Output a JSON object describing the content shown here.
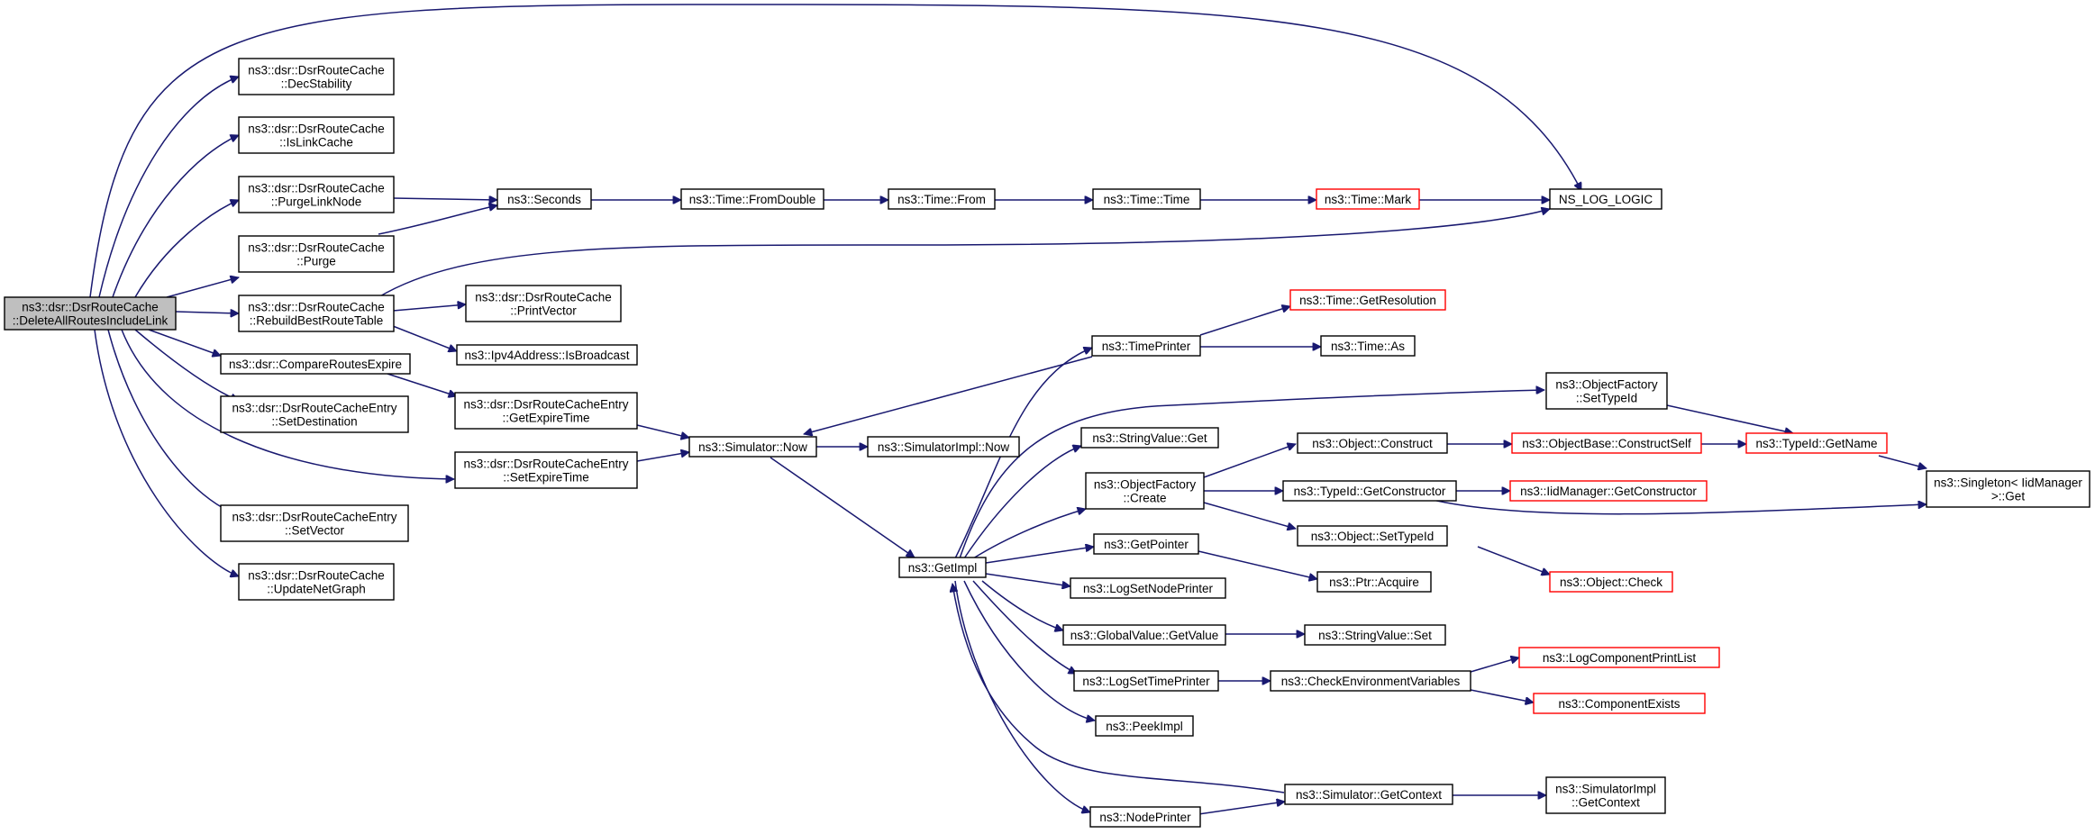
{
  "diagram": {
    "colors": {
      "edge": "#191970",
      "node_border": "#000000",
      "node_border_truncated": "#ff0000",
      "root_fill": "#bfbfbf",
      "node_fill": "#ffffff"
    },
    "nodes": [
      {
        "id": "root",
        "lines": [
          "ns3::dsr::DsrRouteCache",
          "::DeleteAllRoutesIncludeLink"
        ],
        "style": "root"
      },
      {
        "id": "decstability",
        "lines": [
          "ns3::dsr::DsrRouteCache",
          "::DecStability"
        ],
        "style": "normal"
      },
      {
        "id": "islinkcache",
        "lines": [
          "ns3::dsr::DsrRouteCache",
          "::IsLinkCache"
        ],
        "style": "normal"
      },
      {
        "id": "purgelinknode",
        "lines": [
          "ns3::dsr::DsrRouteCache",
          "::PurgeLinkNode"
        ],
        "style": "normal"
      },
      {
        "id": "purge",
        "lines": [
          "ns3::dsr::DsrRouteCache",
          "::Purge"
        ],
        "style": "normal"
      },
      {
        "id": "rebuild",
        "lines": [
          "ns3::dsr::DsrRouteCache",
          "::RebuildBestRouteTable"
        ],
        "style": "normal"
      },
      {
        "id": "compareroutes",
        "lines": [
          "ns3::dsr::CompareRoutesExpire"
        ],
        "style": "normal"
      },
      {
        "id": "setdestination",
        "lines": [
          "ns3::dsr::DsrRouteCacheEntry",
          "::SetDestination"
        ],
        "style": "normal"
      },
      {
        "id": "setvector",
        "lines": [
          "ns3::dsr::DsrRouteCacheEntry",
          "::SetVector"
        ],
        "style": "normal"
      },
      {
        "id": "updatenetgraph",
        "lines": [
          "ns3::dsr::DsrRouteCache",
          "::UpdateNetGraph"
        ],
        "style": "normal"
      },
      {
        "id": "seconds",
        "lines": [
          "ns3::Seconds"
        ],
        "style": "normal"
      },
      {
        "id": "printvector",
        "lines": [
          "ns3::dsr::DsrRouteCache",
          "::PrintVector"
        ],
        "style": "normal"
      },
      {
        "id": "isbroadcast",
        "lines": [
          "ns3::Ipv4Address::IsBroadcast"
        ],
        "style": "normal"
      },
      {
        "id": "getexpiretime",
        "lines": [
          "ns3::dsr::DsrRouteCacheEntry",
          "::GetExpireTime"
        ],
        "style": "normal"
      },
      {
        "id": "setexpiretime",
        "lines": [
          "ns3::dsr::DsrRouteCacheEntry",
          "::SetExpireTime"
        ],
        "style": "normal"
      },
      {
        "id": "fromdouble",
        "lines": [
          "ns3::Time::FromDouble"
        ],
        "style": "normal"
      },
      {
        "id": "from",
        "lines": [
          "ns3::Time::From"
        ],
        "style": "normal"
      },
      {
        "id": "time",
        "lines": [
          "ns3::Time::Time"
        ],
        "style": "normal"
      },
      {
        "id": "mark",
        "lines": [
          "ns3::Time::Mark"
        ],
        "style": "red"
      },
      {
        "id": "nslog",
        "lines": [
          "NS_LOG_LOGIC"
        ],
        "style": "normal"
      },
      {
        "id": "simnow",
        "lines": [
          "ns3::Simulator::Now"
        ],
        "style": "normal"
      },
      {
        "id": "simimplnow",
        "lines": [
          "ns3::SimulatorImpl::Now"
        ],
        "style": "normal"
      },
      {
        "id": "getimpl",
        "lines": [
          "ns3::GetImpl"
        ],
        "style": "normal"
      },
      {
        "id": "timeprinter",
        "lines": [
          "ns3::TimePrinter"
        ],
        "style": "normal"
      },
      {
        "id": "getresolution",
        "lines": [
          "ns3::Time::GetResolution"
        ],
        "style": "red"
      },
      {
        "id": "timeas",
        "lines": [
          "ns3::Time::As"
        ],
        "style": "normal"
      },
      {
        "id": "stringvalueget",
        "lines": [
          "ns3::StringValue::Get"
        ],
        "style": "normal"
      },
      {
        "id": "ofcreate",
        "lines": [
          "ns3::ObjectFactory",
          "::Create"
        ],
        "style": "normal"
      },
      {
        "id": "getpointer",
        "lines": [
          "ns3::GetPointer"
        ],
        "style": "normal"
      },
      {
        "id": "logsetnodeprinter",
        "lines": [
          "ns3::LogSetNodePrinter"
        ],
        "style": "normal"
      },
      {
        "id": "globalvalue",
        "lines": [
          "ns3::GlobalValue::GetValue"
        ],
        "style": "normal"
      },
      {
        "id": "logsettimeprinter",
        "lines": [
          "ns3::LogSetTimePrinter"
        ],
        "style": "normal"
      },
      {
        "id": "peekimpl",
        "lines": [
          "ns3::PeekImpl"
        ],
        "style": "normal"
      },
      {
        "id": "nodeprinter",
        "lines": [
          "ns3::NodePrinter"
        ],
        "style": "normal"
      },
      {
        "id": "ofsettypeid",
        "lines": [
          "ns3::ObjectFactory",
          "::SetTypeId"
        ],
        "style": "normal"
      },
      {
        "id": "objconstruct",
        "lines": [
          "ns3::Object::Construct"
        ],
        "style": "normal"
      },
      {
        "id": "getconstructor",
        "lines": [
          "ns3::TypeId::GetConstructor"
        ],
        "style": "normal"
      },
      {
        "id": "objsettypeid",
        "lines": [
          "ns3::Object::SetTypeId"
        ],
        "style": "normal"
      },
      {
        "id": "ptracquire",
        "lines": [
          "ns3::Ptr::Acquire"
        ],
        "style": "normal"
      },
      {
        "id": "stringvalueset",
        "lines": [
          "ns3::StringValue::Set"
        ],
        "style": "normal"
      },
      {
        "id": "checkenv",
        "lines": [
          "ns3::CheckEnvironmentVariables"
        ],
        "style": "normal"
      },
      {
        "id": "simgetcontext",
        "lines": [
          "ns3::Simulator::GetContext"
        ],
        "style": "normal"
      },
      {
        "id": "constructself",
        "lines": [
          "ns3::ObjectBase::ConstructSelf"
        ],
        "style": "red"
      },
      {
        "id": "iidgetconstructor",
        "lines": [
          "ns3::IidManager::GetConstructor"
        ],
        "style": "red"
      },
      {
        "id": "objcheck",
        "lines": [
          "ns3::Object::Check"
        ],
        "style": "red"
      },
      {
        "id": "logcomponentprintlist",
        "lines": [
          "ns3::LogComponentPrintList"
        ],
        "style": "red"
      },
      {
        "id": "componentexists",
        "lines": [
          "ns3::ComponentExists"
        ],
        "style": "red"
      },
      {
        "id": "simimplgetcontext",
        "lines": [
          "ns3::SimulatorImpl",
          "::GetContext"
        ],
        "style": "normal"
      },
      {
        "id": "typeidgetname",
        "lines": [
          "ns3::TypeId::GetName"
        ],
        "style": "red"
      },
      {
        "id": "singletonget",
        "lines": [
          "ns3::Singleton< IidManager",
          " >::Get"
        ],
        "style": "normal"
      }
    ]
  }
}
